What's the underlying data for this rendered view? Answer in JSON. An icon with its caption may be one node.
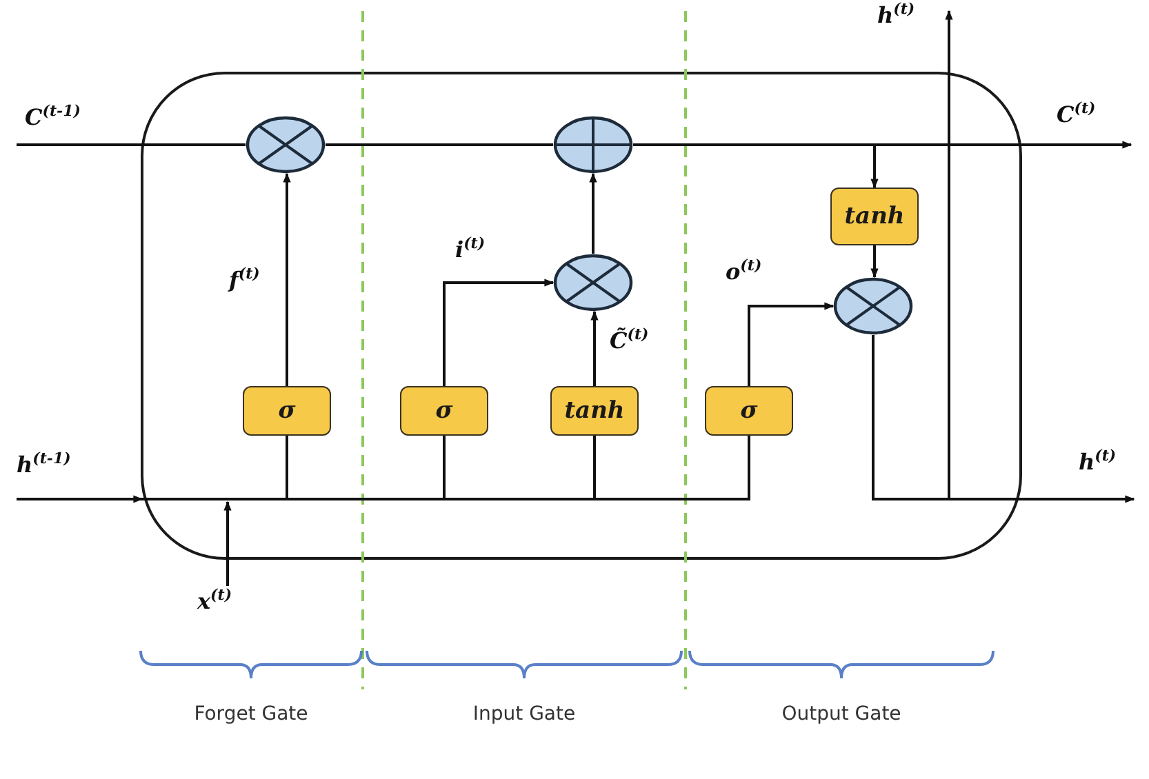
{
  "diagram": {
    "nodes": [
      {
        "text": [],
        "shape": "circle"
      },
      {
        "text": [],
        "shape": "circle"
      },
      {
        "text": [
          "tanh"
        ]
      },
      {
        "text": [],
        "shape": "circle"
      },
      {
        "text": [],
        "shape": "circle"
      },
      {
        "text": [
          "σ"
        ]
      },
      {
        "text": [
          "σ"
        ]
      },
      {
        "text": [
          "tanh"
        ]
      },
      {
        "text": [
          "σ"
        ]
      },
      {
        "text": [
          "h$^{(t-1)}$"
        ]
      },
      {
        "text": [
          "x$^{(t)}$"
        ]
      }
    ],
    "edges": [
      {
        "from": null,
        "to": 0,
        "arrow": "none",
        "label": "C$^{(t-1)}$"
      },
      {
        "from": 0,
        "to": 1,
        "arrow": "none"
      },
      {
        "from": 1,
        "to": null,
        "arrow": "to",
        "label": "C$^{(t)}$"
      },
      {
        "from": 1,
        "to": 2,
        "arrow": "to"
      },
      {
        "from": 5,
        "to": 0,
        "arrow": "to",
        "label": "f$^{(t)}$"
      },
      {
        "from": 6,
        "to": 3,
        "arrow": "to",
        "label": "i$^{(t)}$"
      },
      {
        "from": 7,
        "to": 3,
        "arrow": "to",
        "label": "C̃$^{(t)}$"
      },
      {
        "from": 3,
        "to": 1,
        "arrow": "to"
      },
      {
        "from": 8,
        "to": 4,
        "arrow": "to",
        "label": "o$^{(t)}$"
      },
      {
        "from": 2,
        "to": 4,
        "arrow": "to"
      },
      {
        "from": 4,
        "to": null,
        "arrow": "to",
        "label": "h$^{(t)}$"
      },
      {
        "from": 4,
        "to": null,
        "arrow": "to",
        "label": "h$^{(t)}$"
      },
      {
        "from": 9,
        "to": null,
        "arrow": "to"
      },
      {
        "from": 10,
        "to": null,
        "arrow": "to"
      },
      {
        "from": null,
        "to": 5,
        "arrow": "none"
      },
      {
        "from": null,
        "to": 6,
        "arrow": "none"
      },
      {
        "from": null,
        "to": 7,
        "arrow": "none"
      },
      {
        "from": null,
        "to": 8,
        "arrow": "none"
      }
    ],
    "labels": [
      "Forget Gate",
      "Input Gate",
      "Output Gate"
    ]
  }
}
